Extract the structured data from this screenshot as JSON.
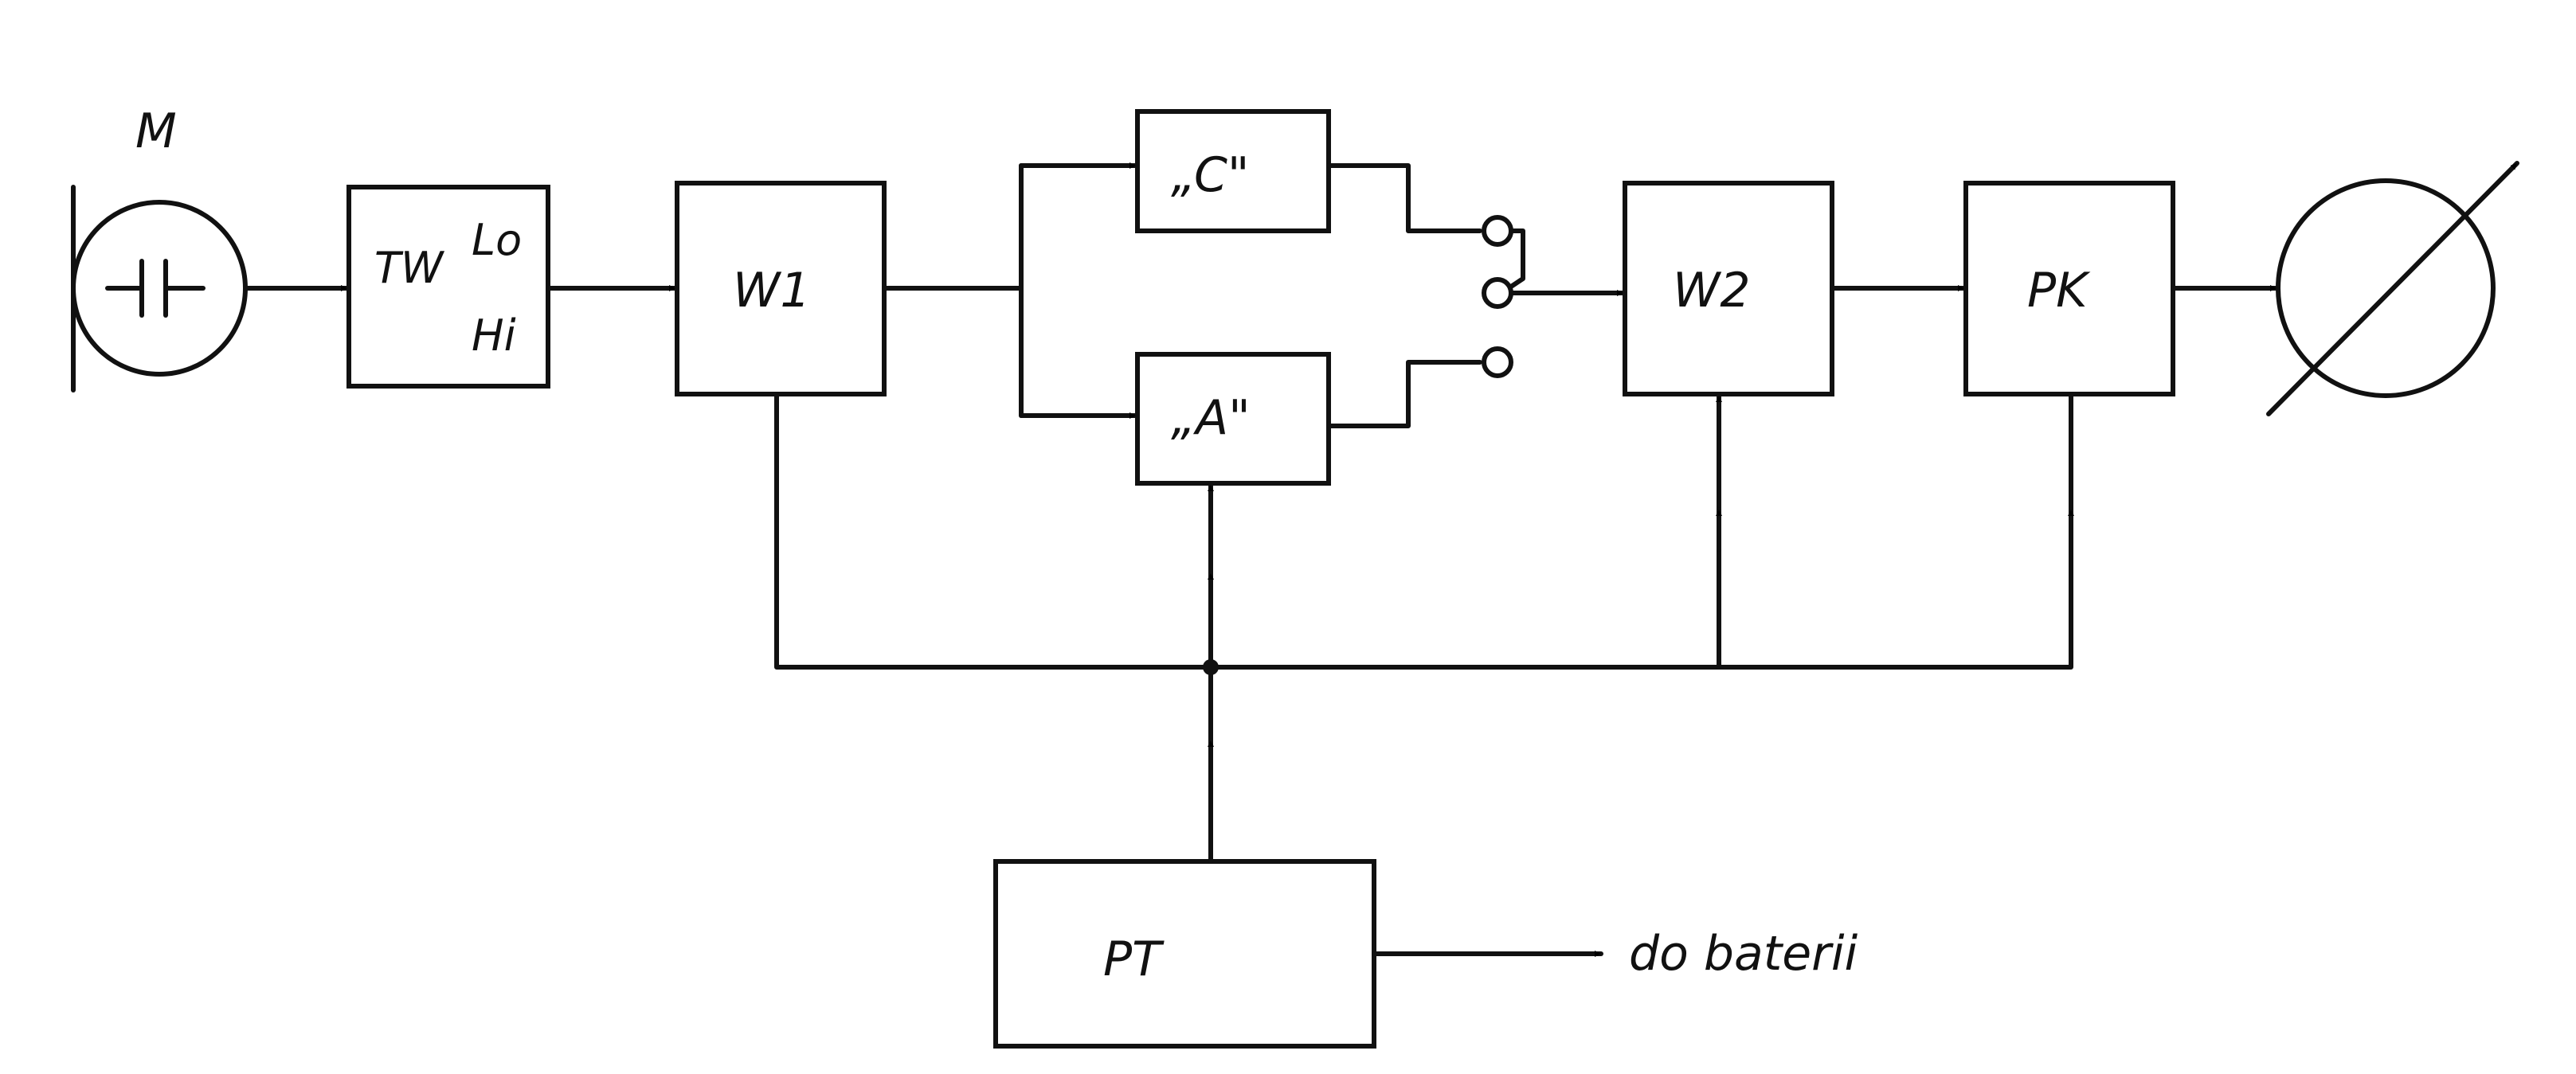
{
  "diagram": {
    "microphone_label": "M",
    "tw_label": "TW",
    "tw_lo_label": "Lo",
    "tw_hi_label": "Hi",
    "w1_label": "W1",
    "filter_c_label": "„C\"",
    "filter_a_label": "„A\"",
    "w2_label": "W2",
    "pk_label": "PK",
    "pt_label": "PT",
    "battery_label": "do baterii"
  }
}
